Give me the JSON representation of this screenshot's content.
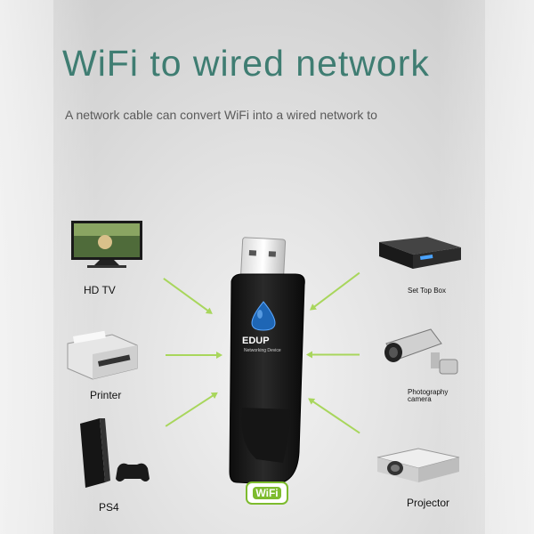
{
  "title": "WiFi to wired network",
  "subtitle": "A network cable can convert WiFi into a wired network to",
  "brand": "EDUP",
  "brand_tag": "Networking Device",
  "wifi_badge": "WiFi",
  "devices": {
    "hdtv": "HD TV",
    "printer": "Printer",
    "ps4": "PS4",
    "set_top_box": "Set Top Box",
    "photography_camera_line1": "Photography",
    "photography_camera_line2": "camera",
    "projector": "Projector"
  },
  "colors": {
    "title": "#3f7d72",
    "subtitle": "#5a5a5a",
    "arrow": "#a8d65c",
    "device_body": "#111111",
    "button": "#1e66b5",
    "wifi_green": "#7dbb2e"
  }
}
